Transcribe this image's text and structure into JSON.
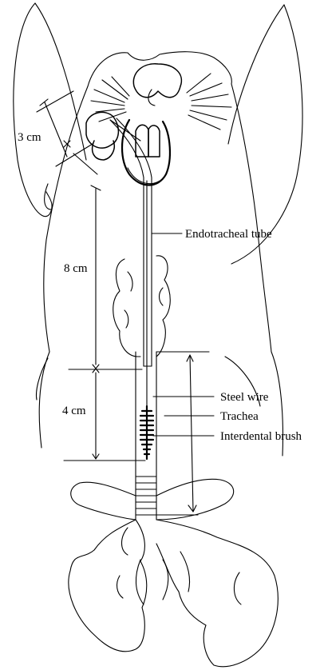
{
  "diagram": {
    "labels": {
      "dim_top": "3 cm",
      "dim_middle": "8 cm",
      "dim_lower": "4 cm",
      "endotracheal_tube": "Endotracheal tube",
      "steel_wire": "Steel wire",
      "trachea": "Trachea",
      "interdental_brush": "Interdental brush"
    },
    "colors": {
      "ink": "#000000",
      "background": "#ffffff"
    }
  }
}
